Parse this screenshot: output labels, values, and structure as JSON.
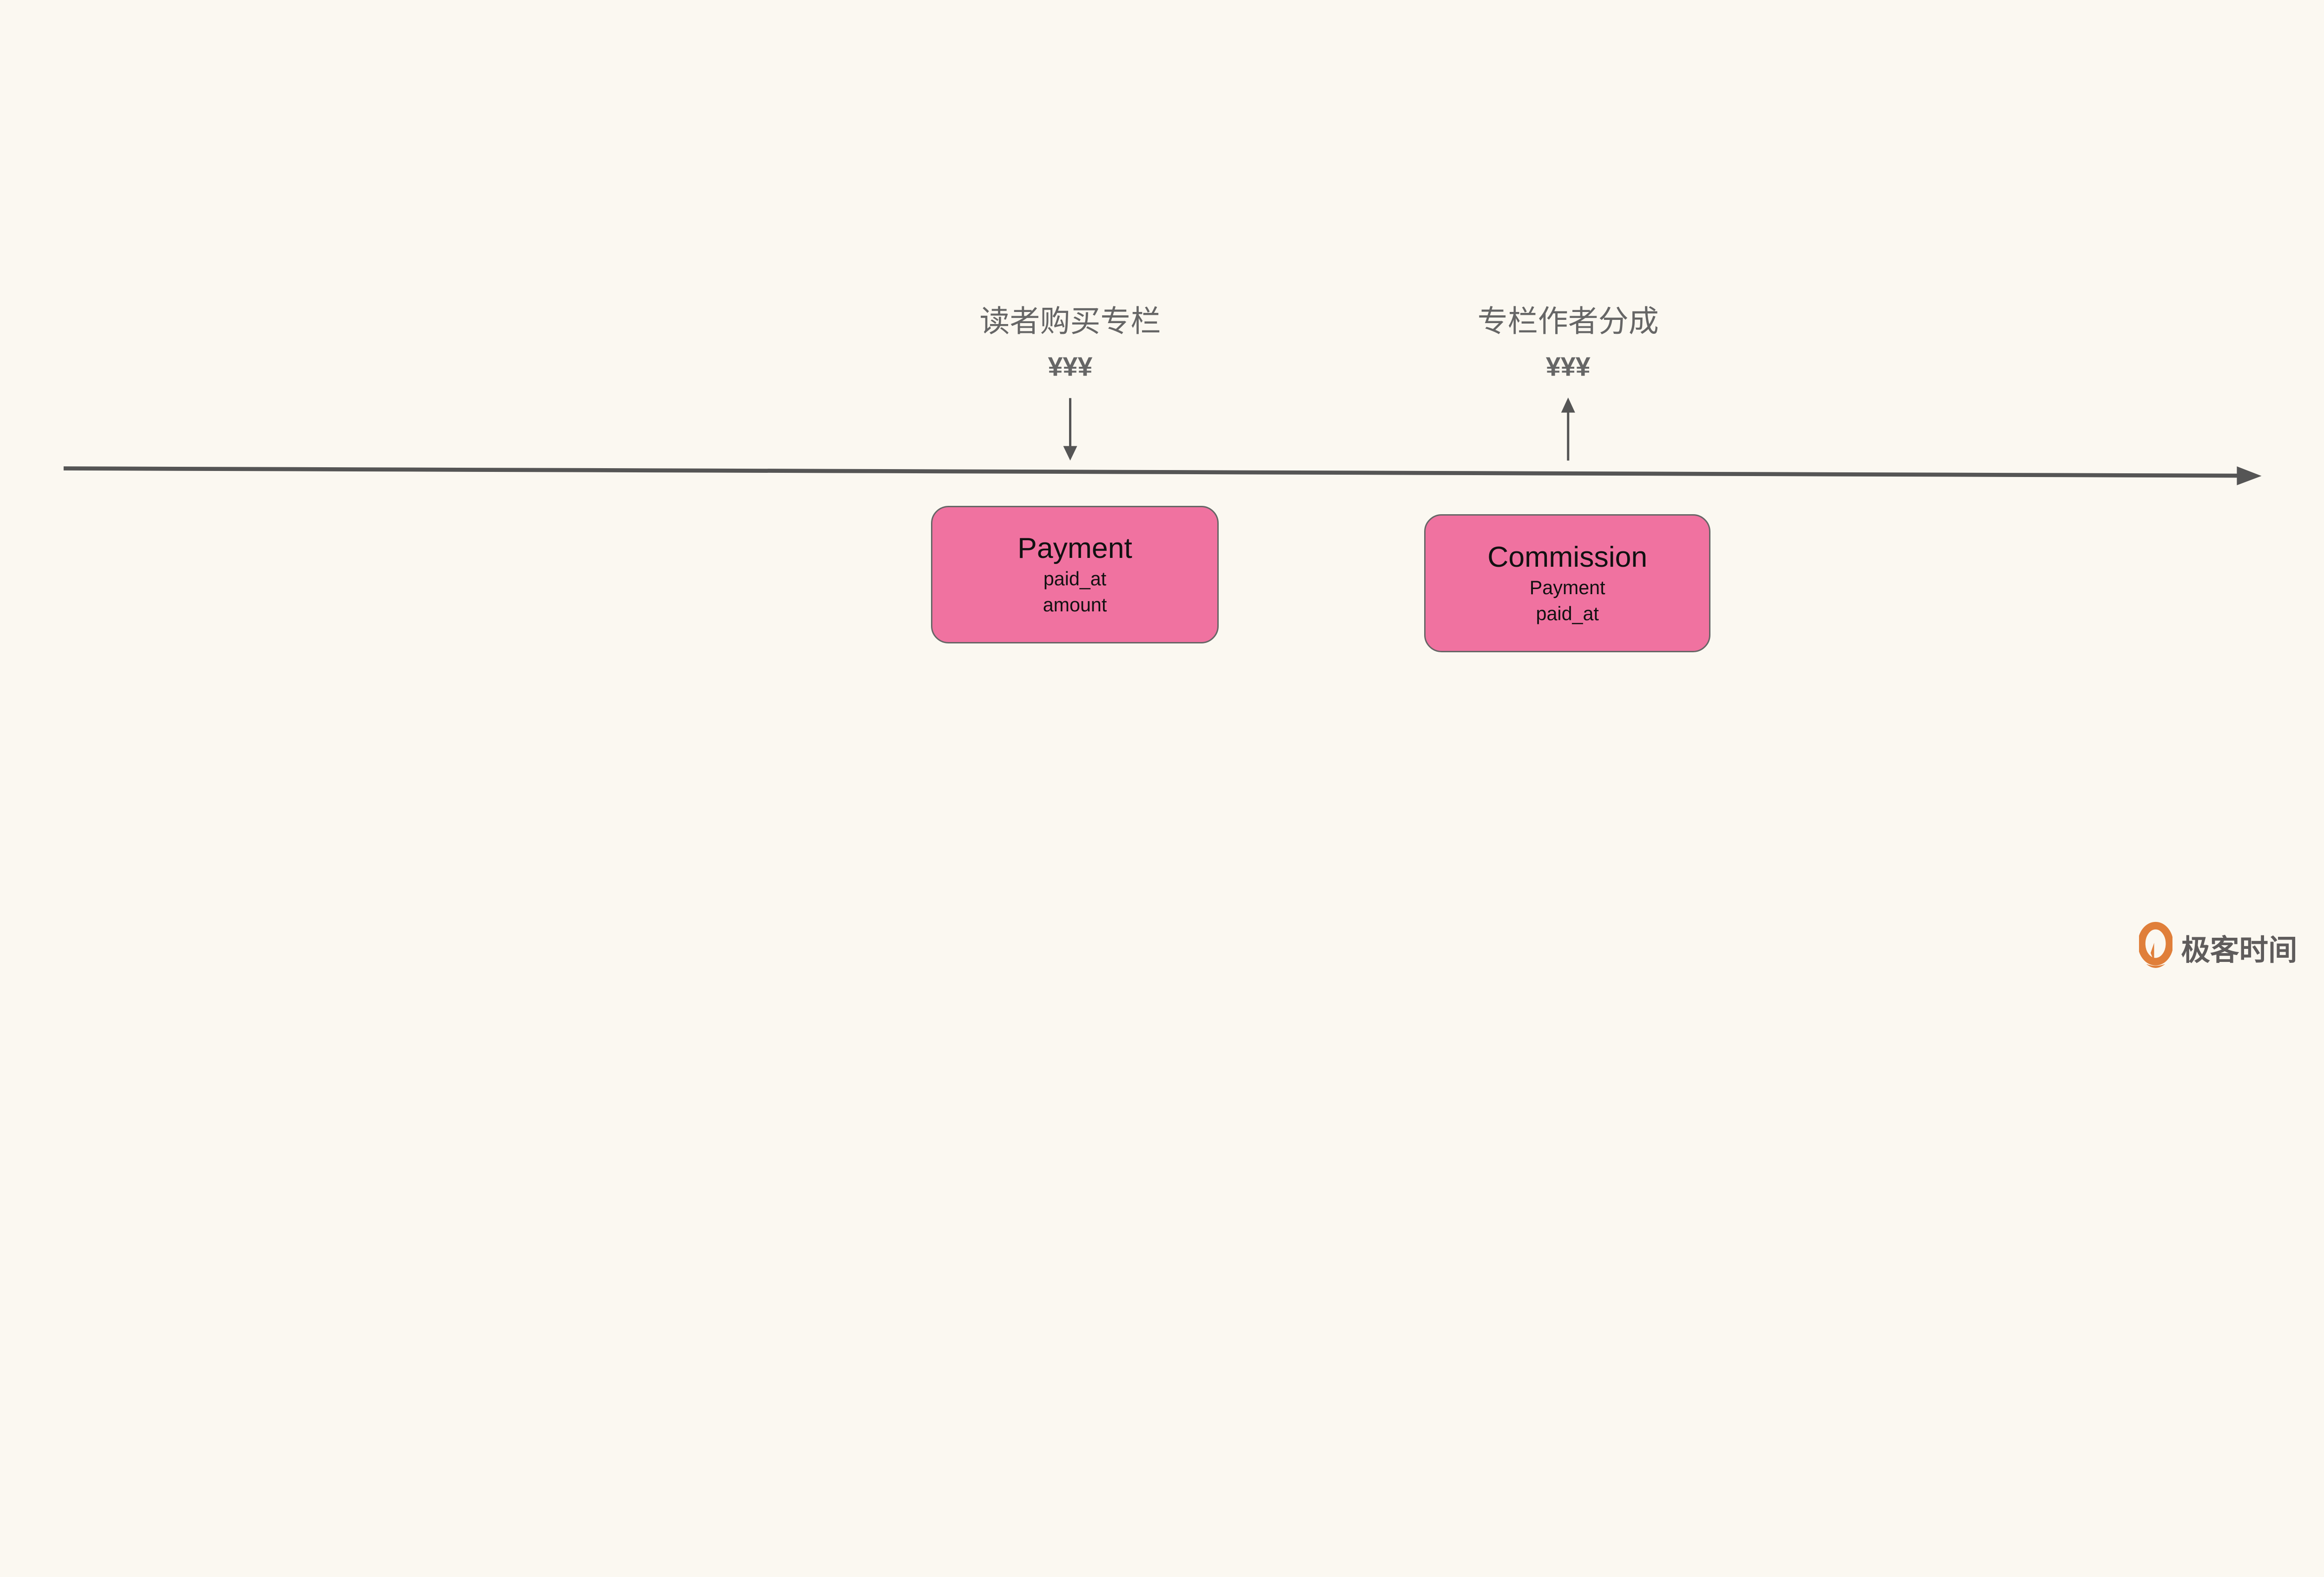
{
  "colors": {
    "background": "#fbf8f1",
    "box_fill": "#f072a0",
    "line": "#555555",
    "text": "#666666",
    "logo_orange": "#e07f3a"
  },
  "events": [
    {
      "label": "读者购买专栏",
      "money": "¥¥¥",
      "direction": "down"
    },
    {
      "label": "专栏作者分成",
      "money": "¥¥¥",
      "direction": "up"
    }
  ],
  "entities": [
    {
      "title": "Payment",
      "fields": [
        "paid_at",
        "amount"
      ]
    },
    {
      "title": "Commission",
      "fields": [
        "Payment",
        "paid_at"
      ]
    }
  ],
  "logo": {
    "text": "极客时间",
    "icon": "geektime-logo-icon"
  }
}
